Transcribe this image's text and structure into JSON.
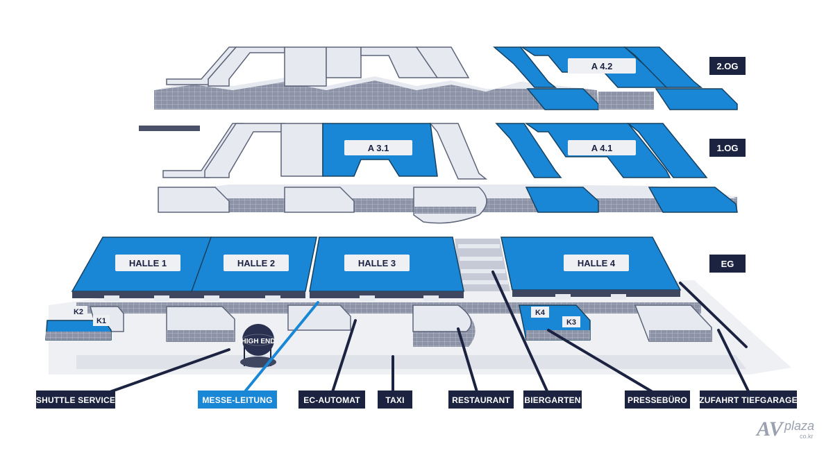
{
  "colors": {
    "blue": "#1a87d6",
    "navy": "#1c2340",
    "hall_top": "#e6e9f0",
    "hall_side": "#9aa2b5",
    "ground": "#eef0f3"
  },
  "floors": [
    {
      "label": "2.OG"
    },
    {
      "label": "1.OG"
    },
    {
      "label": "EG"
    }
  ],
  "areas": {
    "a42": "A 4.2",
    "a31": "A 3.1",
    "a41": "A 4.1",
    "halle1": "HALLE 1",
    "halle2": "HALLE 2",
    "halle3": "HALLE 3",
    "halle4": "HALLE 4",
    "k1": "K1",
    "k2": "K2",
    "k3": "K3",
    "k4": "K4",
    "sign": "HIGH END"
  },
  "legend": {
    "shuttle": "SHUTTLE SERVICE",
    "messe": "MESSE-LEITUNG",
    "ec": "EC-AUTOMAT",
    "taxi": "TAXI",
    "restaurant": "RESTAURANT",
    "biergarten": "BIERGARTEN",
    "presse": "PRESSEBÜRO",
    "garage": "ZUFAHRT TIEFGARAGE"
  },
  "watermark": {
    "mark": "AV",
    "text": "plaza",
    "sub": "co.kr"
  }
}
